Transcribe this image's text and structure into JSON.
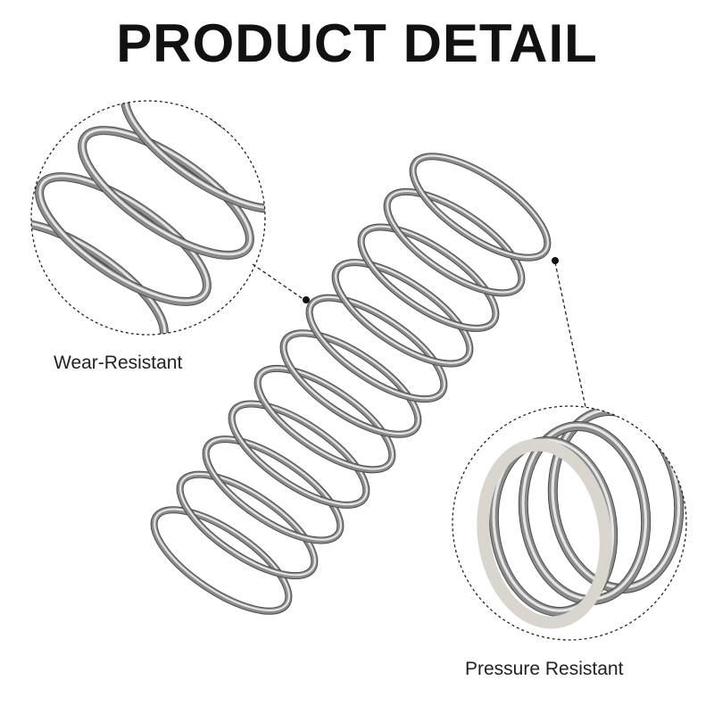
{
  "header": {
    "title": "PRODUCT DETAIL"
  },
  "callouts": [
    {
      "label": "Wear-Resistant"
    },
    {
      "label": "Pressure Resistant"
    }
  ],
  "colors": {
    "background": "#ffffff",
    "title": "#111111",
    "wire": "#8c8c8c",
    "wire_highlight": "#e6e6e6",
    "wire_shadow": "#4d4d4d",
    "dashed_line": "#222222"
  }
}
